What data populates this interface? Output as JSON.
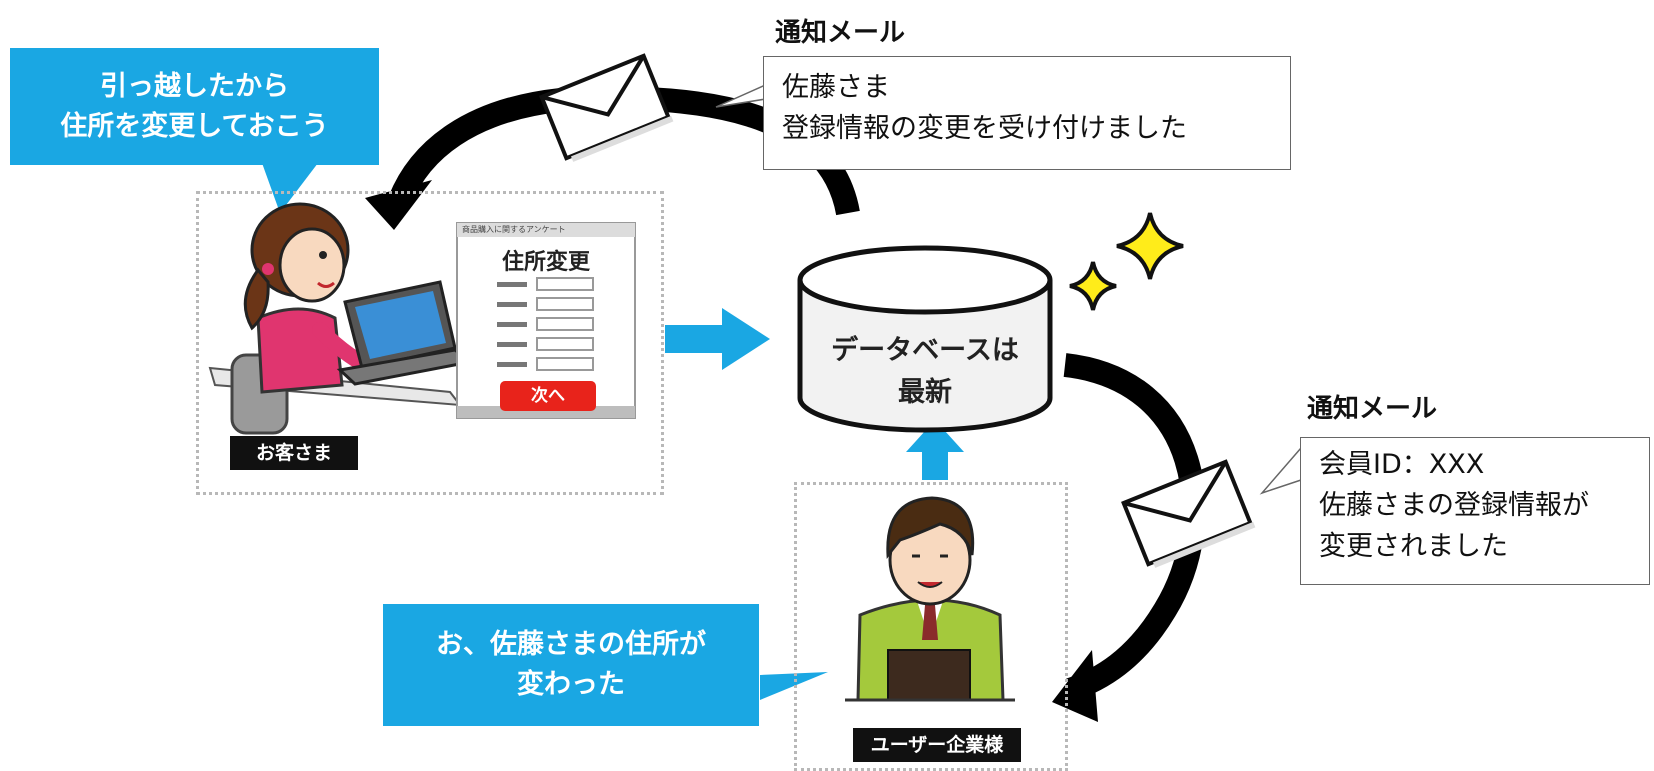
{
  "customer_bubble": {
    "line1": "引っ越したから",
    "line2": "住所を変更しておこう"
  },
  "top_note": {
    "title": "通知メール",
    "line1": "佐藤さま",
    "line2": "登録情報の変更を受け付けました"
  },
  "form": {
    "header": "商品購入に関するアンケート",
    "title": "住所変更",
    "button": "次へ"
  },
  "customer_tag": "お客さま",
  "database": {
    "line1": "データベースは",
    "line2": "最新"
  },
  "right_note": {
    "title": "通知メール",
    "line1": "会員ID：XXX",
    "line2": "佐藤さまの登録情報が",
    "line3": "変更されました"
  },
  "company_bubble": {
    "line1": "お、佐藤さまの住所が",
    "line2": "変わった"
  },
  "company_tag": "ユーザー企業様",
  "colors": {
    "accent": "#1aa7e3",
    "sparkle": "#ffec1a",
    "button": "#e8231b"
  }
}
